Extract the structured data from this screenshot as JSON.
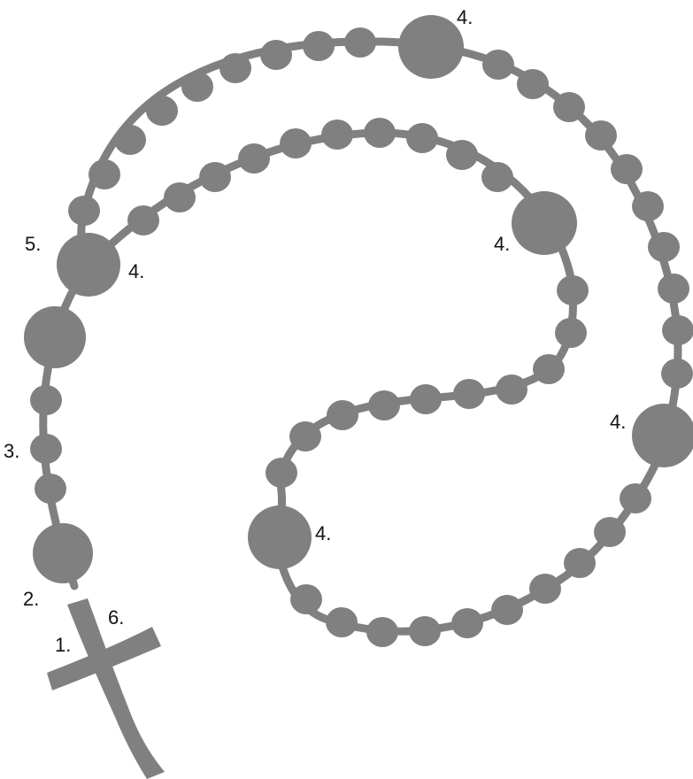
{
  "colors": {
    "bead": "#808080",
    "background": "#ffffff",
    "text": "#111111"
  },
  "labels": {
    "crucifix": "1.",
    "first_large_bead": "2.",
    "three_small_beads": "3.",
    "decade_top": "4.",
    "decade_upper_inner": "4.",
    "decade_right": "4.",
    "decade_left_outer": "4.",
    "decade_bottom": "4.",
    "centerpiece": "5.",
    "cross_end": "6."
  }
}
